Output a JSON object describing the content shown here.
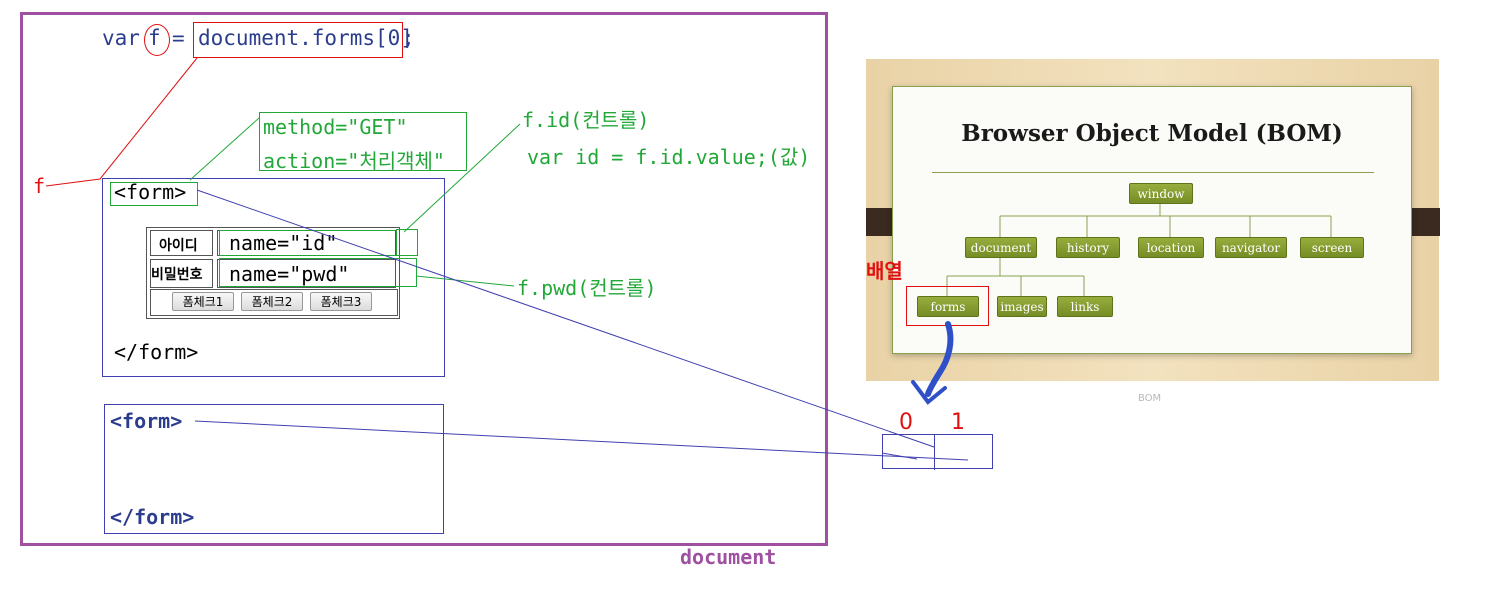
{
  "code": {
    "var_kw": "var",
    "f_var": "f",
    "assign": "=",
    "expr": "document.forms[0]",
    "semicolon": ";"
  },
  "f_label": "f",
  "document_label": "document",
  "form_attrs": {
    "method": "method=\"GET\"",
    "action": "action=\"처리객체\""
  },
  "annotations": {
    "fid": "f.id(컨트롤)",
    "fid_value": "var id = f.id.value;(값)",
    "fpwd": "f.pwd(컨트롤)"
  },
  "form1": {
    "open_tag": "<form>",
    "close_tag": "</form>",
    "id_label": "아이디",
    "pw_label": "비밀번호",
    "id_input": "name=\"id\"",
    "pw_input": "name=\"pwd\"",
    "buttons": [
      "폼체크1",
      "폼체크2",
      "폼체크3"
    ]
  },
  "form2": {
    "open_tag": "<form>",
    "close_tag": "</form>"
  },
  "array": {
    "index0": "0",
    "index1": "1",
    "label": "배열"
  },
  "bom": {
    "title": "Browser Object Model (BOM)",
    "root": "window",
    "children": [
      "document",
      "history",
      "location",
      "navigator",
      "screen"
    ],
    "document_children": [
      "forms",
      "images",
      "links"
    ],
    "caption": "BOM"
  },
  "colors": {
    "document_frame": "#a050a0",
    "red": "#e01010",
    "green": "#22a838",
    "blue": "#4040b0",
    "code_blue": "#2c3d8e",
    "bom_node": "#86a030"
  }
}
